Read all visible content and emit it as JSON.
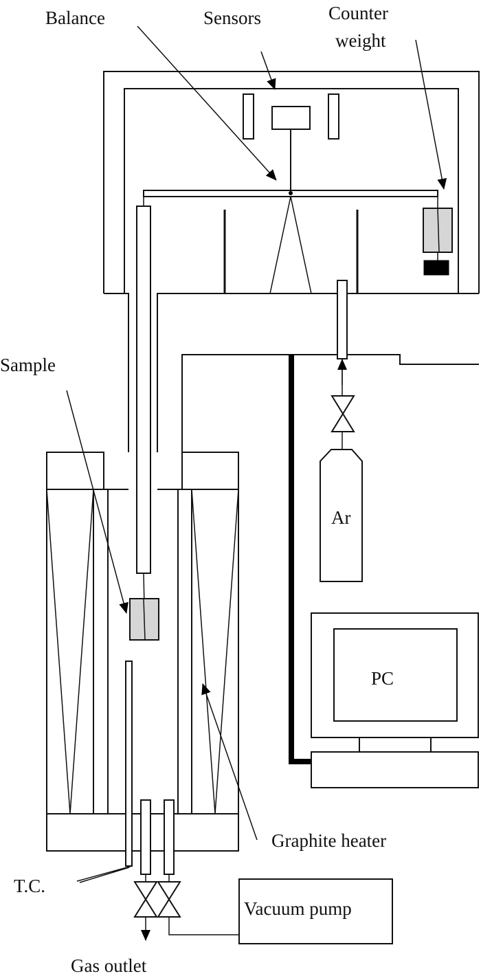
{
  "diagram": {
    "title": "Thermogravimetric apparatus schematic",
    "labels": {
      "balance": "Balance",
      "sensors": "Sensors",
      "counter_weight_line1": "Counter",
      "counter_weight_line2": "weight",
      "sample": "Sample",
      "argon": "Ar",
      "pc": "PC",
      "graphite_heater": "Graphite heater",
      "thermocouple": "T.C.",
      "vacuum_pump": "Vacuum pump",
      "gas_outlet": "Gas outlet"
    },
    "colors": {
      "line": "#111111",
      "sample_fill": "#d6d6d6",
      "counterweight_fill": "#d6d6d6",
      "weight_block": "#000000",
      "background": "#ffffff"
    }
  }
}
